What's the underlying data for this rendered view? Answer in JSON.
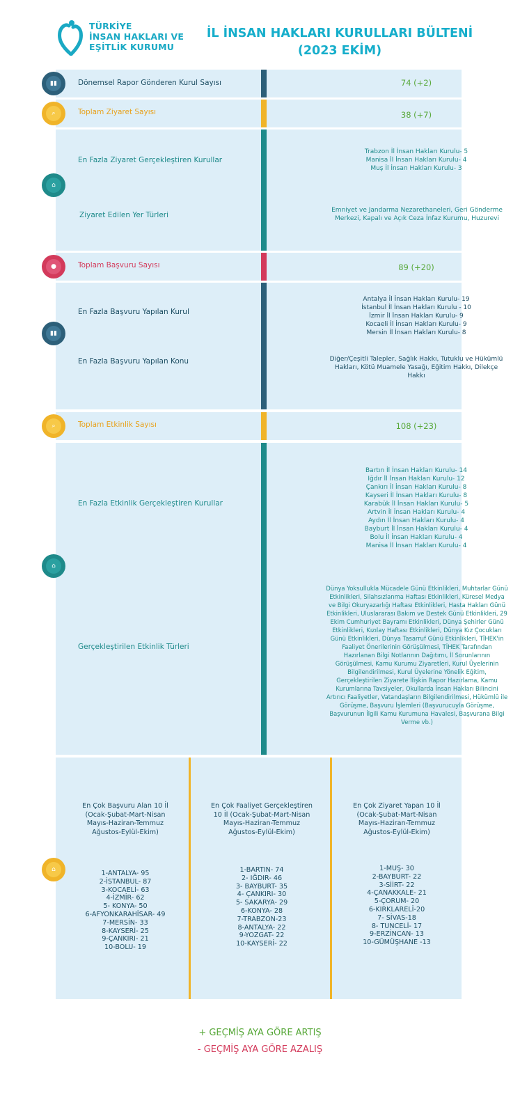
{
  "header": {
    "logo_lines": [
      "TÜRKİYE",
      "İNSAN HAKLARI VE",
      "EŞİTLİK KURUMU"
    ],
    "title_line1": "İL İNSAN HAKLARI KURULLARI BÜLTENİ",
    "title_line2": "(2023 EKİM)"
  },
  "colors": {
    "teal": "#1e8a8a",
    "dark_blue": "#2c5f79",
    "orange": "#f0b429",
    "red": "#d33a5b",
    "green": "#58a83a",
    "panel": "#ddeef8"
  },
  "rows": {
    "reports": {
      "icon": "bar-chart-icon",
      "label": "Dönemsel Rapor Gönderen Kurul Sayısı",
      "value": "74 (+2)"
    },
    "visits": {
      "icon": "search-icon",
      "label": "Toplam Ziyaret Sayısı",
      "value": "38 (+7)"
    },
    "visit_details": {
      "icon": "home-icon",
      "top_label": "En Fazla Ziyaret Gerçekleştiren Kurullar",
      "top_values": [
        "Trabzon İl İnsan Hakları Kurulu- 5",
        "Manisa İl İnsan Hakları Kurulu- 4",
        "Muş İl İnsan Hakları Kurulu- 3"
      ],
      "bottom_label": "Ziyaret Edilen Yer Türleri",
      "bottom_value": "Emniyet ve Jandarma Nezarethaneleri, Geri Gönderme Merkezi, Kapalı ve Açık Ceza İnfaz Kurumu, Huzurevi"
    },
    "applications": {
      "icon": "user-icon",
      "label": "Toplam Başvuru Sayısı",
      "value": "89 (+20)"
    },
    "application_details": {
      "icon": "bar-chart-icon",
      "top_label": "En Fazla Başvuru Yapılan Kurul",
      "top_values": [
        "Antalya İl İnsan Hakları Kurulu- 19",
        "İstanbul İl İnsan Hakları Kurulu - 10",
        "İzmir İl İnsan Hakları Kurulu- 9",
        "Kocaeli İl İnsan Hakları Kurulu- 9",
        "Mersin İl İnsan Hakları Kurulu- 8"
      ],
      "bottom_label": "En Fazla Başvuru Yapılan Konu",
      "bottom_value": "Diğer/Çeşitli Talepler, Sağlık Hakkı, Tutuklu ve Hükümlü Hakları, Kötü Muamele Yasağı, Eğitim Hakkı, Dilekçe Hakkı"
    },
    "events": {
      "icon": "search-icon",
      "label": "Toplam Etkinlik Sayısı",
      "value": "108 (+23)"
    },
    "event_details": {
      "icon": "home-icon",
      "top_label": "En Fazla Etkinlik Gerçekleştiren Kurullar",
      "top_values": [
        "Bartın İl İnsan Hakları Kurulu- 14",
        "Iğdır İl İnsan Hakları Kurulu- 12",
        "Çankırı İl İnsan Hakları Kurulu- 8",
        "Kayseri İl İnsan Hakları Kurulu- 8",
        "Karabük İl İnsan Hakları Kurulu- 5",
        "Artvin İl İnsan Hakları Kurulu- 4",
        "Aydın İl İnsan Hakları Kurulu- 4",
        "Bayburt İl İnsan Hakları Kurulu- 4",
        "Bolu İl İnsan Hakları Kurulu- 4",
        "Manisa İl İnsan Hakları Kurulu- 4"
      ],
      "bottom_label": "Gerçekleştirilen Etkinlik Türleri",
      "bottom_value": "Dünya Yoksullukla Mücadele Günü Etkinlikleri, Muhtarlar Günü Etkinlikleri, Silahsızlanma Haftası Etkinlikleri, Küresel Medya ve Bilgi Okuryazarlığı Haftası Etkinlikleri, Hasta Hakları Günü Etkinlikleri, Uluslararası Bakım ve Destek Günü Etkinlikleri, 29 Ekim Cumhuriyet Bayramı Etkinlikleri, Dünya Şehirler Günü Etkinlikleri, Kızılay Haftası Etkinlikleri, Dünya Kız Çocukları Günü Etkinlikleri, Dünya Tasarruf Günü Etkinlikleri, TİHEK'in Faaliyet Önerilerinin Görüşülmesi, TİHEK Tarafından Hazırlanan Bilgi Notlarının Dağıtımı, İl Sorunlarının Görüşülmesi, Kamu Kurumu Ziyaretleri, Kurul Üyelerinin Bilgilendirilmesi, Kurul Üyelerine Yönelik Eğitim, Gerçekleştirilen Ziyarete İlişkin Rapor Hazırlama, Kamu Kurumlarına Tavsiyeler, Okullarda İnsan Hakları Bilincini Artırıcı Faaliyetler, Vatandaşların Bilgilendirilmesi, Hükümlü ile Görüşme, Başvuru İşlemleri (Başvurucuyla Görüşme, Başvurunun İlgili Kamu Kurumuna Havalesi, Başvurana Bilgi Verme vb.)"
    }
  },
  "bottom": {
    "icon": "home-icon",
    "columns": [
      {
        "heading": [
          "En Çok Başvuru Alan 10 İl",
          "(Ocak-Şubat-Mart-Nisan",
          "Mayıs-Haziran-Temmuz",
          "Ağustos-Eylül-Ekim)"
        ],
        "items": [
          "1-ANTALYA- 95",
          "2-İSTANBUL- 87",
          "3-KOCAELİ- 63",
          "4-İZMİR- 62",
          "5- KONYA- 50",
          "6-AFYONKARAHİSAR- 49",
          "7-MERSİN- 33",
          "8-KAYSERİ- 25",
          "9-ÇANKIRI- 21",
          "10-BOLU- 19"
        ]
      },
      {
        "heading": [
          "En Çok Faaliyet Gerçekleştiren",
          "10 İl (Ocak-Şubat-Mart-Nisan",
          "Mayıs-Haziran-Temmuz",
          "Ağustos-Eylül-Ekim)"
        ],
        "items": [
          "1-BARTIN- 74",
          "2- IĞDIR- 46",
          "3- BAYBURT- 35",
          "4- ÇANKIRI- 30",
          "5- SAKARYA- 29",
          "6-KONYA- 28",
          "7-TRABZON-23",
          "8-ANTALYA- 22",
          "9-YOZGAT- 22",
          "10-KAYSERİ- 22"
        ]
      },
      {
        "heading": [
          "En Çok Ziyaret Yapan 10 İl",
          "(Ocak-Şubat-Mart-Nisan",
          "Mayıs-Haziran-Temmuz",
          "Ağustos-Eylül-Ekim)"
        ],
        "items": [
          "1-MUŞ- 30",
          "2-BAYBURT- 22",
          "3-SİİRT- 22",
          "4-ÇANAKKALE- 21",
          "5-ÇORUM- 20",
          "6-KIRKLARELİ-20",
          "7- SİVAS-18",
          "8- TUNCELİ- 17",
          "9-ERZİNCAN- 13",
          "10-GÜMÜŞHANE -13"
        ]
      }
    ]
  },
  "legend": {
    "increase": "+ GEÇMİŞ AYA GÖRE ARTIŞ",
    "decrease": "- GEÇMİŞ AYA GÖRE AZALIŞ"
  }
}
